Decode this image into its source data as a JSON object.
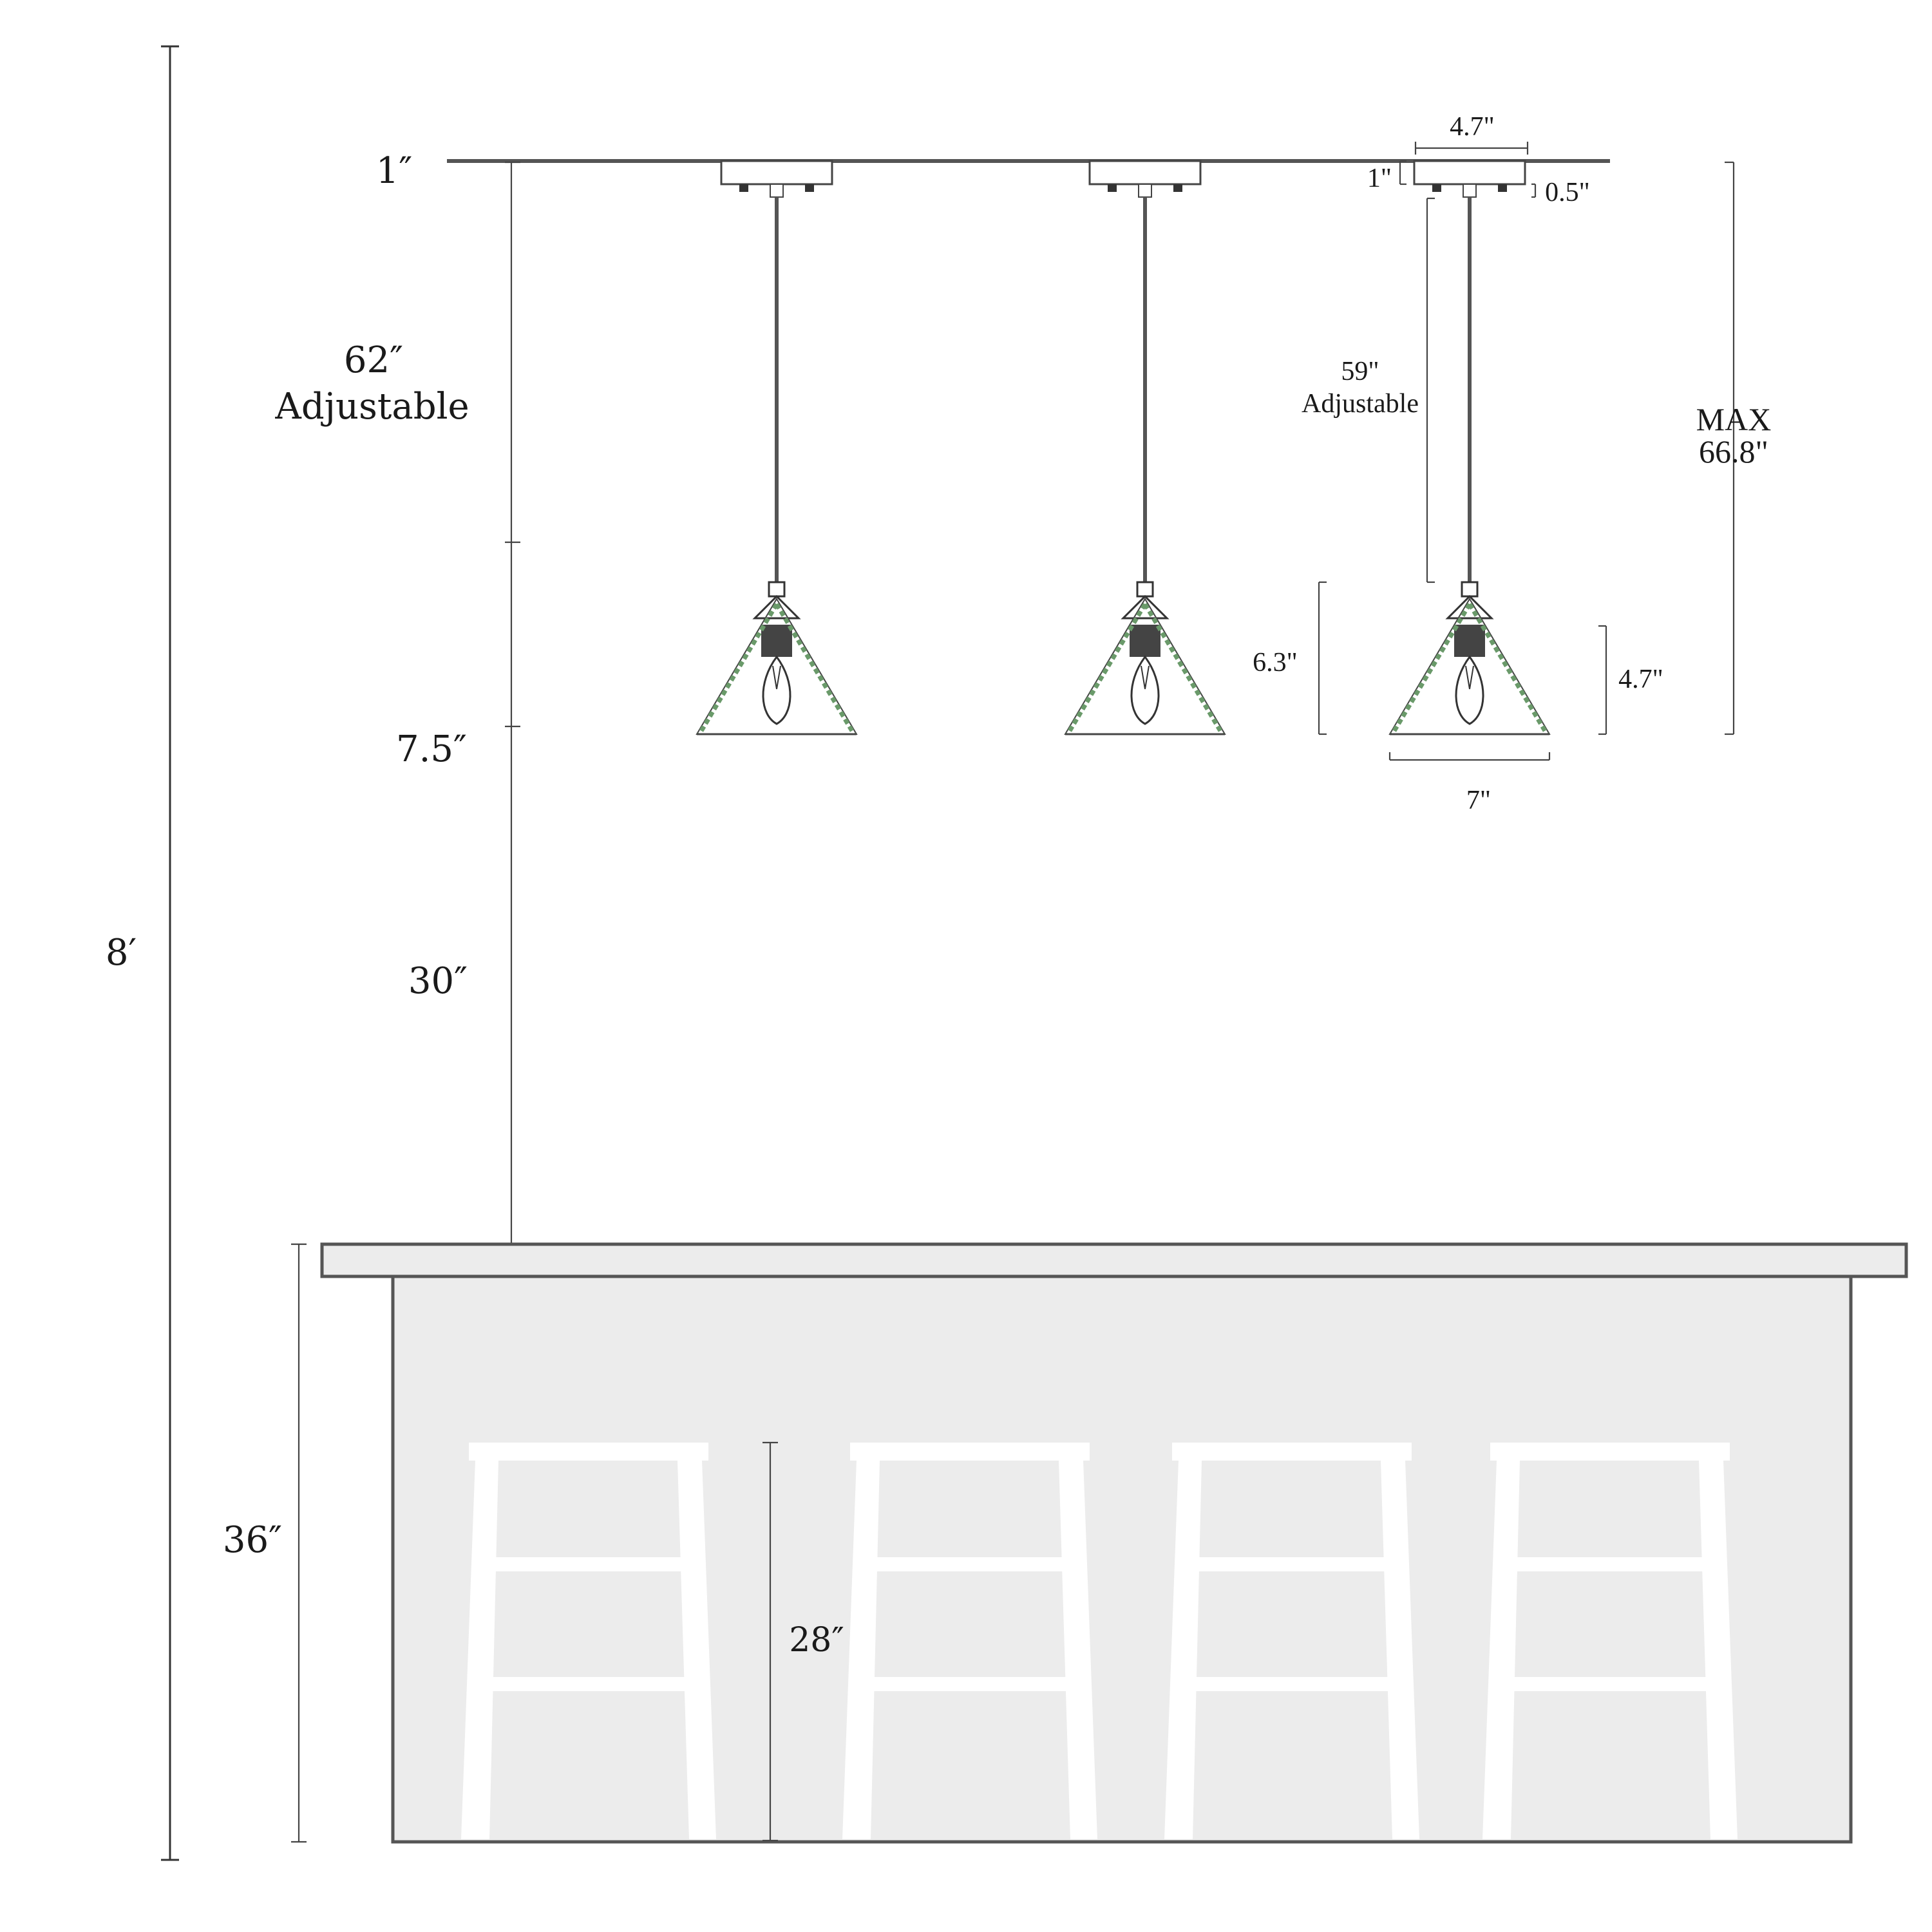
{
  "diagram": {
    "overall_height_label": "8′",
    "ceiling_gap_label": "1″",
    "cord_length_label": "62″",
    "cord_length_sub": "Adjustable",
    "shade_height_label": "7.5″",
    "clearance_label": "30″",
    "counter_height_label": "36″",
    "stool_height_label": "28″",
    "canopy_width_label": "4.7\"",
    "canopy_height_label": "1\"",
    "canopy_gap_label": "0.5\"",
    "rod_length_label": "59\"",
    "rod_length_sub": "Adjustable",
    "max_label": "MAX",
    "max_value_label": "66.8\"",
    "shade_total_height_label": "6.3\"",
    "shade_glass_height_label": "4.7\"",
    "shade_width_label": "7\"",
    "pendant_count": 3,
    "stool_count": 4,
    "colors": {
      "counter_fill": "#ececec",
      "counter_outline": "#555555",
      "stool_fill": "#ffffff",
      "shade_edge": "#6a9a6a",
      "line": "#333333"
    }
  }
}
